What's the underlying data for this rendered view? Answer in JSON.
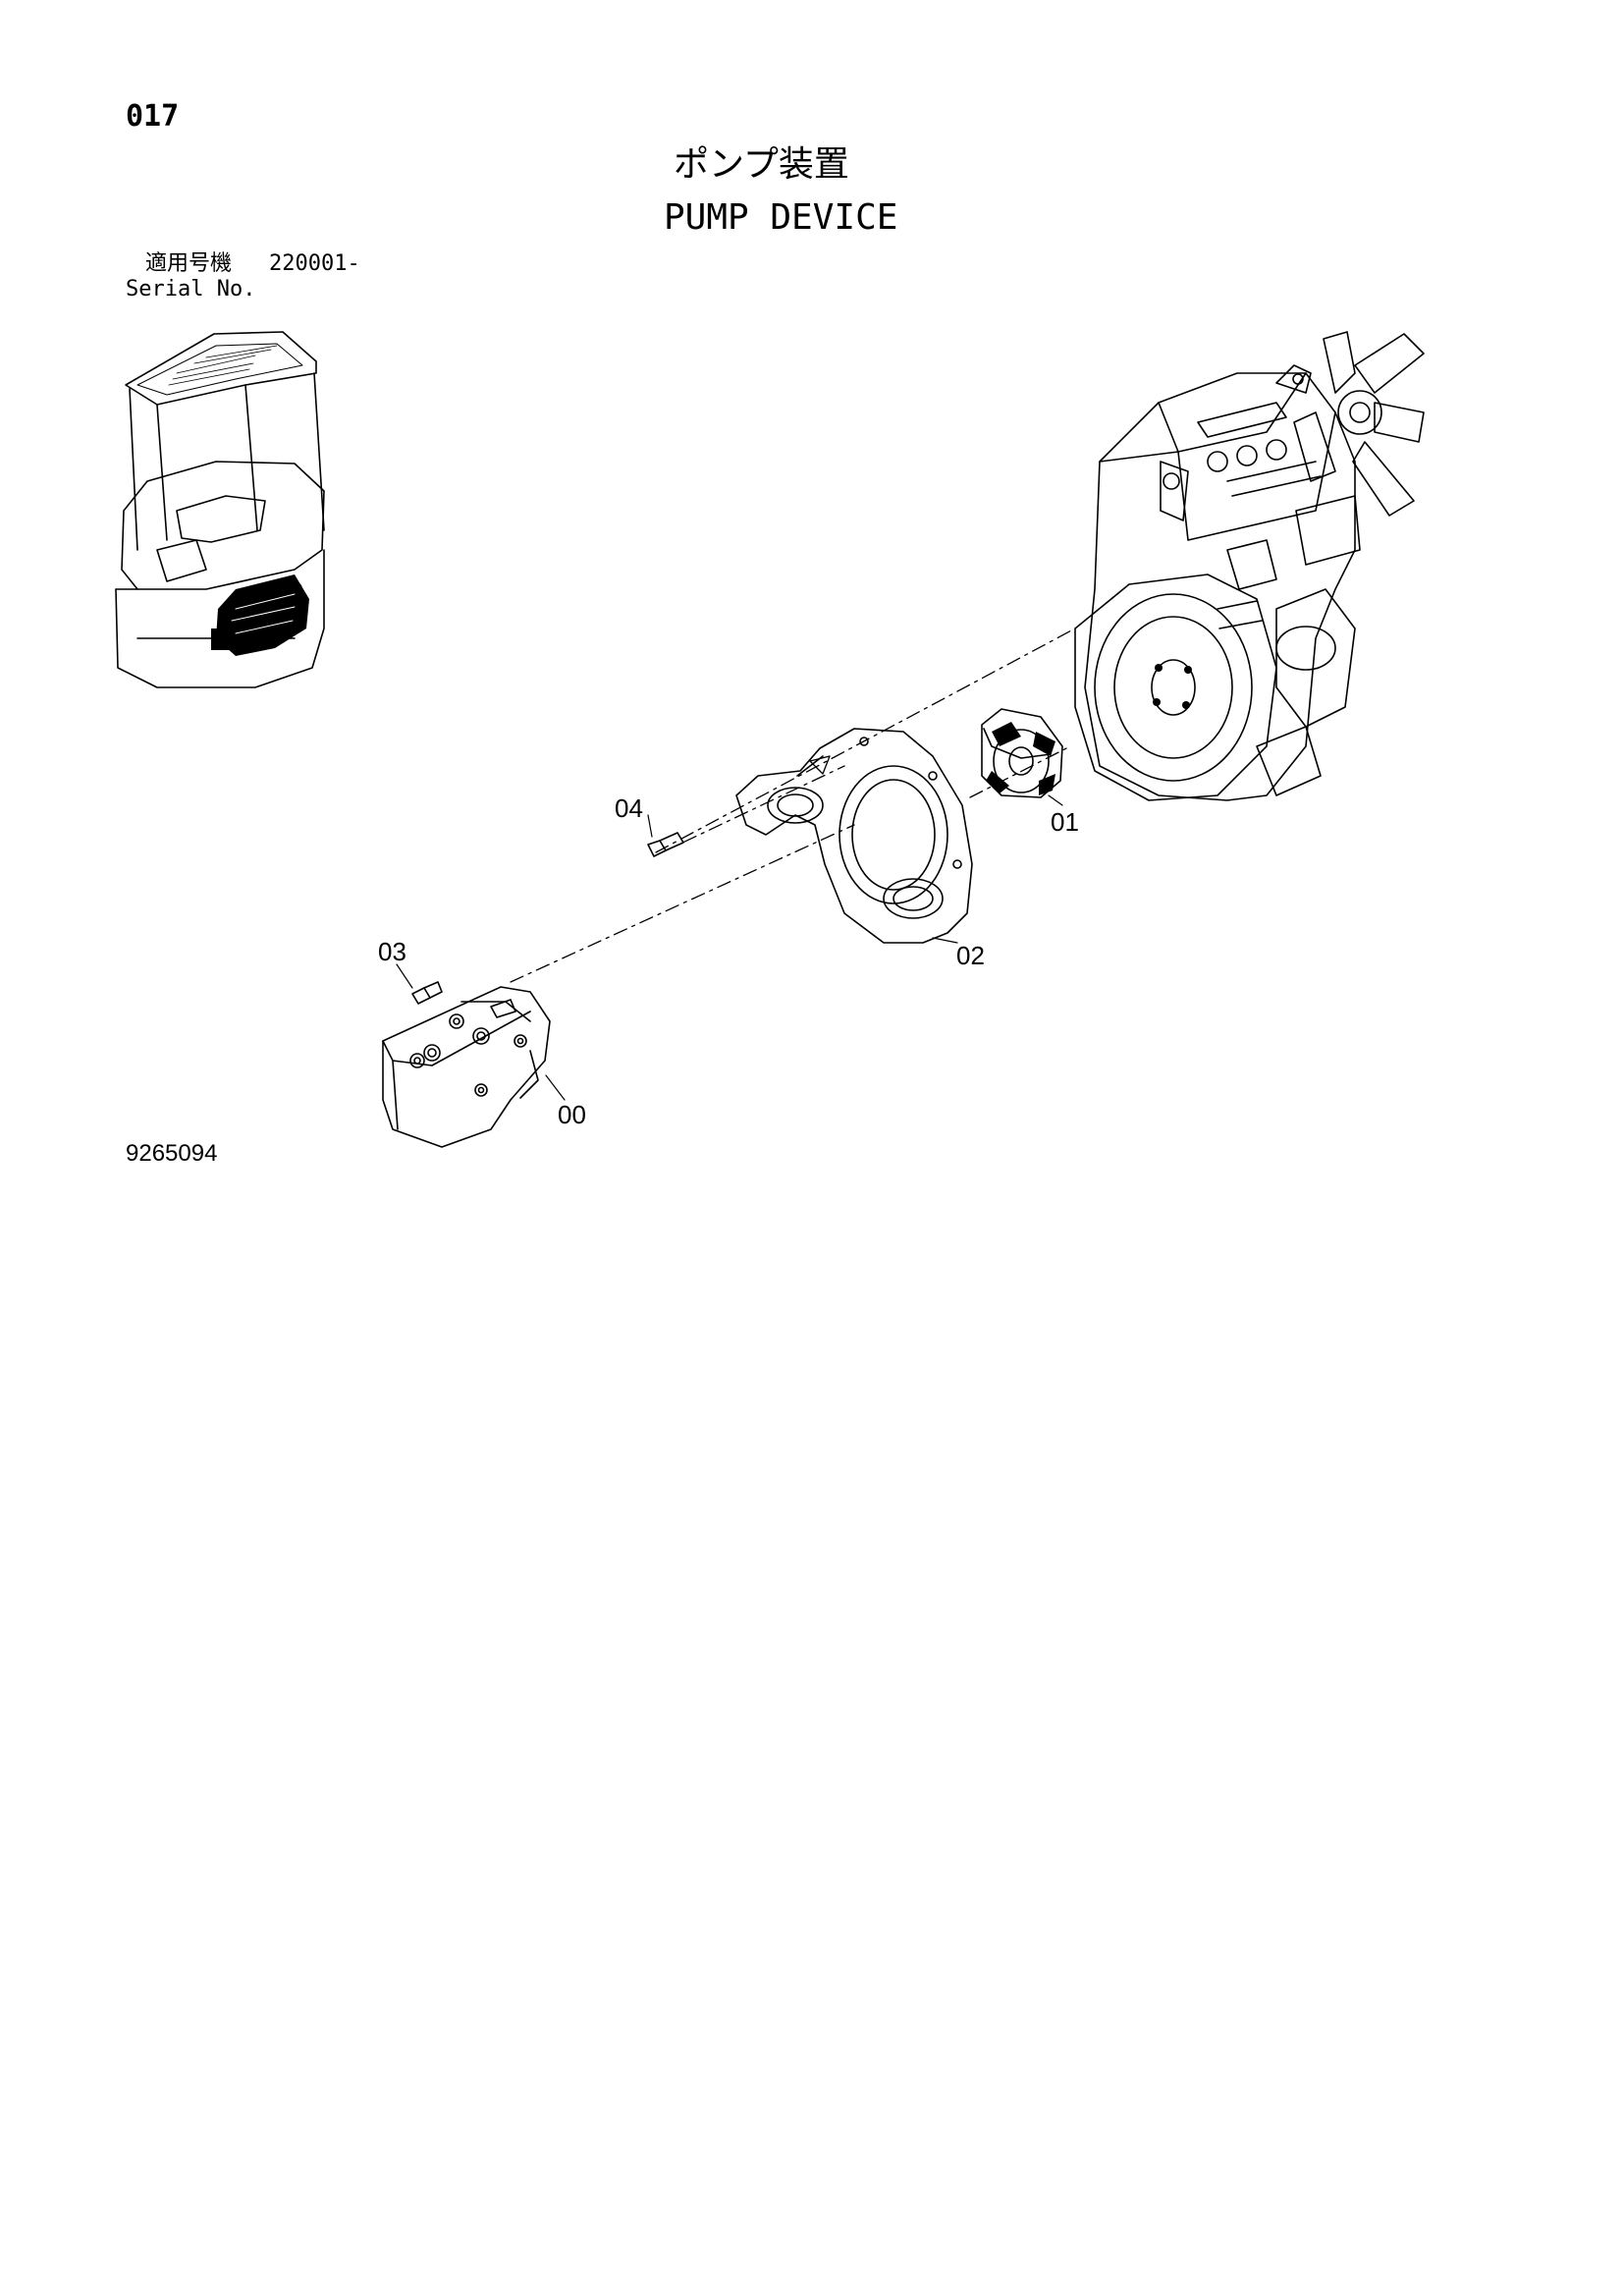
{
  "page": {
    "number": "017",
    "title_jp": "ポンプ装置",
    "title_en": "PUMP DEVICE",
    "serial_label_jp": "適用号機",
    "serial_range": "220001-",
    "serial_label_en": "Serial No.",
    "figure_number": "9265094"
  },
  "callouts": [
    {
      "id": "00",
      "label": "00"
    },
    {
      "id": "01",
      "label": "01"
    },
    {
      "id": "02",
      "label": "02"
    },
    {
      "id": "03",
      "label": "03"
    },
    {
      "id": "04",
      "label": "04"
    }
  ]
}
